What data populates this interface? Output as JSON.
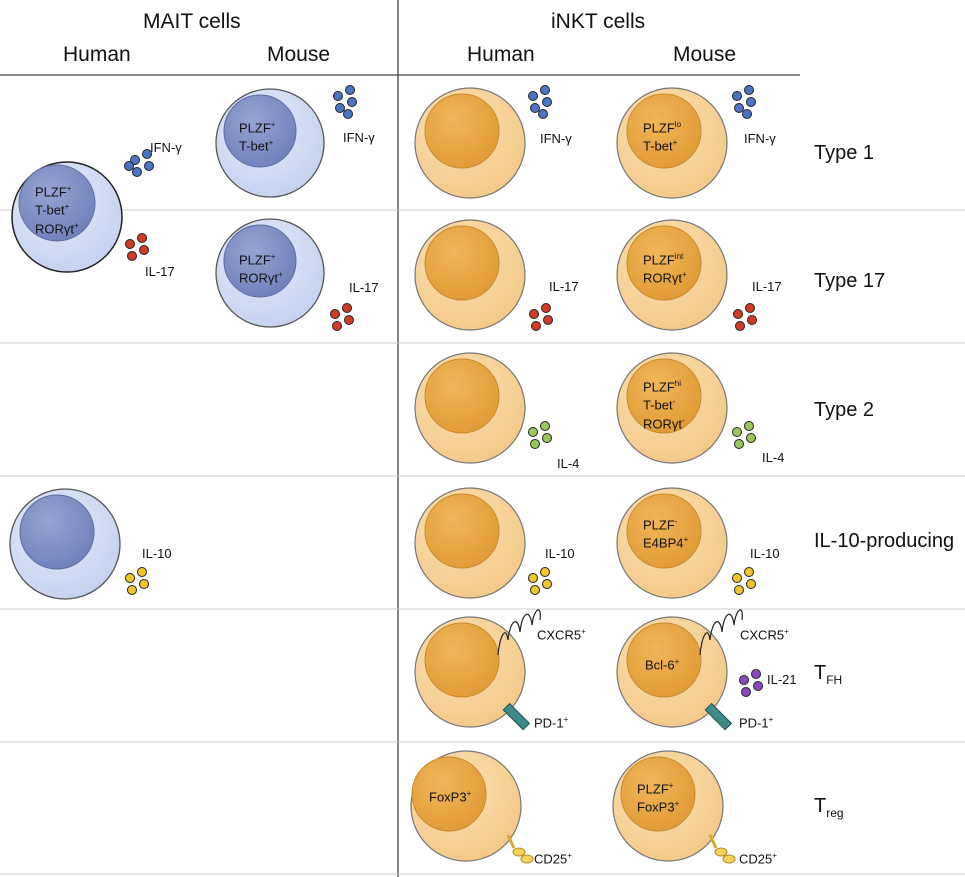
{
  "headers": {
    "mait": "MAIT cells",
    "inkt": "iNKT cells",
    "mait_human": "Human",
    "mait_mouse": "Mouse",
    "inkt_human": "Human",
    "inkt_mouse": "Mouse"
  },
  "rows": [
    {
      "label": "Type 1"
    },
    {
      "label": "Type 17"
    },
    {
      "label": "Type 2"
    },
    {
      "label": "IL-10-producing"
    },
    {
      "label_main": "T",
      "label_sub": "FH"
    },
    {
      "label_main": "T",
      "label_sub": "reg"
    }
  ],
  "cells": {
    "mait_human_t1": {
      "line1": "PLZF",
      "sup1": "+",
      "line2": "T-bet",
      "sup2": "+",
      "line3": "RORγt",
      "sup3": "+"
    },
    "mait_mouse_t1": {
      "line1": "PLZF",
      "sup1": "+",
      "line2": "T-bet",
      "sup2": "+"
    },
    "mait_mouse_t17": {
      "line1": "PLZF",
      "sup1": "+",
      "line2": "RORγt",
      "sup2": "+"
    },
    "inkt_mouse_t1": {
      "line1": "PLZF",
      "sup1": "lo",
      "line2": "T-bet",
      "sup2": "+"
    },
    "inkt_mouse_t17": {
      "line1": "PLZF",
      "sup1": "int",
      "line2": "RORγt",
      "sup2": "+"
    },
    "inkt_mouse_t2": {
      "line1": "PLZF",
      "sup1": "hi",
      "line2": "T-bet",
      "sup2": "-",
      "line3": "RORγt",
      "sup3": "-"
    },
    "inkt_mouse_il10": {
      "line1": "PLZF",
      "sup1": "-",
      "line2": "E4BP4",
      "sup2": "+"
    },
    "inkt_mouse_tfh": {
      "line1": "Bcl-6",
      "sup1": "+"
    },
    "inkt_human_treg": {
      "line1": "FoxP3",
      "sup1": "+"
    },
    "inkt_mouse_treg": {
      "line1": "PLZF",
      "sup1": "+",
      "line2": "FoxP3",
      "sup2": "+"
    }
  },
  "cytokines": {
    "ifng": "IFN-γ",
    "il17": "IL-17",
    "il4": "IL-4",
    "il10": "IL-10",
    "il21": "IL-21"
  },
  "markers": {
    "cxcr5": "CXCR5",
    "cxcr5_sup": "+",
    "pd1": "PD-1",
    "pd1_sup": "+",
    "cd25": "CD25",
    "cd25_sup": "+"
  },
  "colors": {
    "mait_outer": "#d3ddf4",
    "mait_nucleus": "#8796c6",
    "inkt_outer": "#f7d49d",
    "inkt_nucleus": "#eba845",
    "ifng_dot": "#4a75c4",
    "il17_dot": "#d33a26",
    "il4_dot": "#9bc75a",
    "il10_dot": "#f2c52a",
    "il21_dot": "#8a4bc2",
    "gridline": "#cccccc"
  }
}
